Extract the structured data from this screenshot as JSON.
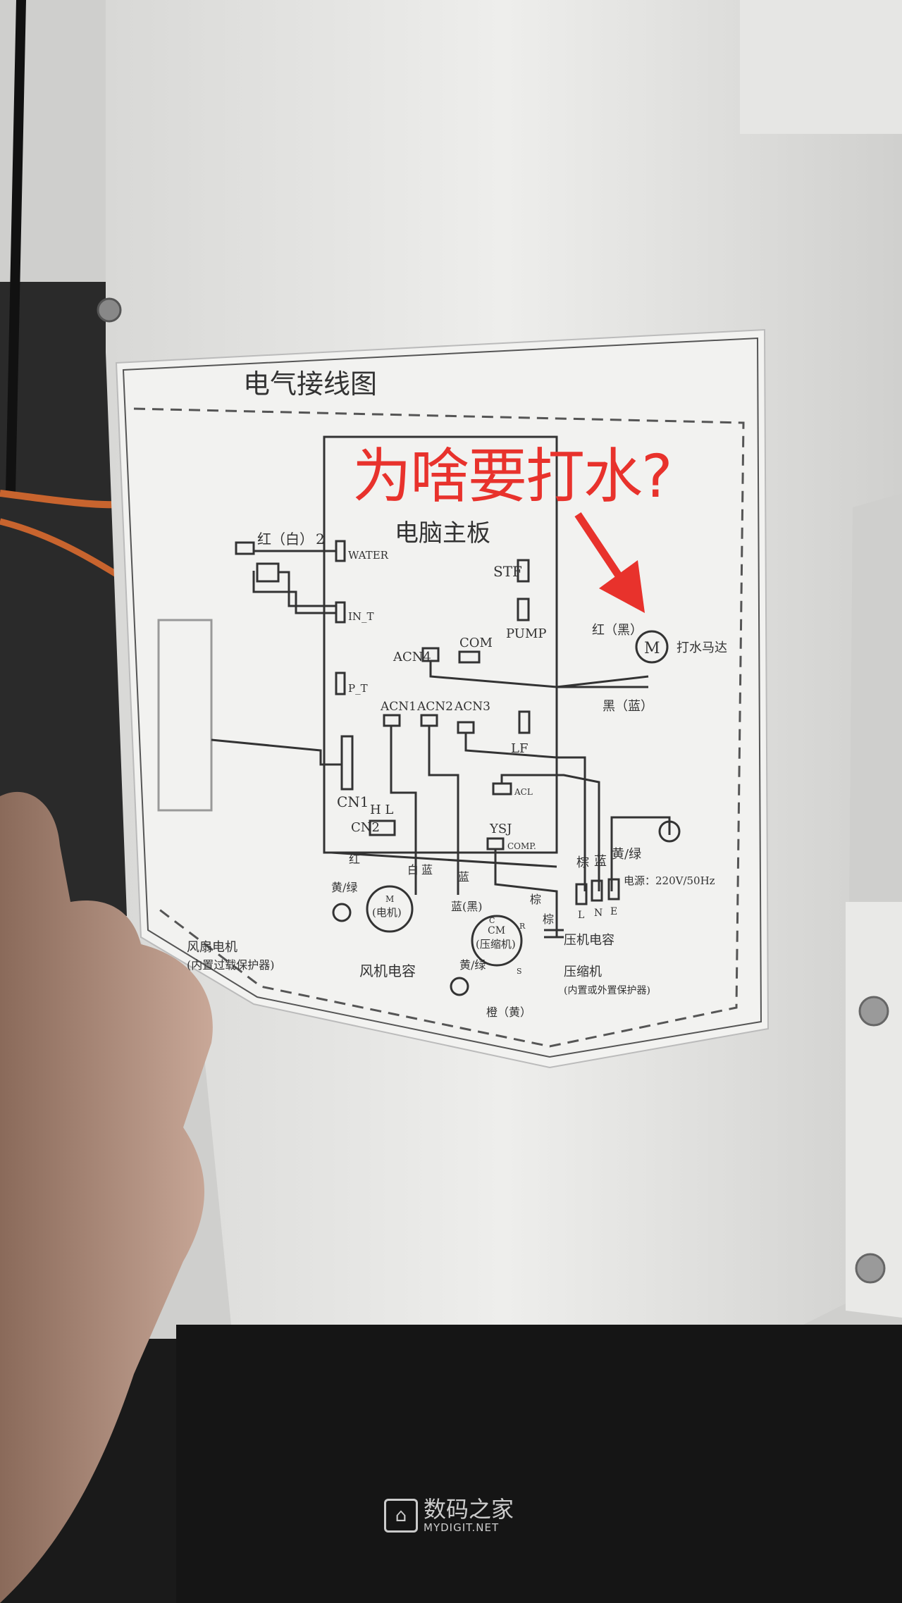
{
  "diagram": {
    "title": "电气接线图",
    "board_label": "电脑主板",
    "ports": {
      "water": "WATER",
      "in_t": "IN_T",
      "p_t": "P_T",
      "cn1": "CN1",
      "cn2": "CN2",
      "hl": "H L",
      "stf": "STF",
      "pump": "PUMP",
      "com": "COM",
      "acn4": "ACN4",
      "acn1": "ACN1",
      "acn2": "ACN2",
      "acn3": "ACN3",
      "lf": "LF",
      "acl": "ACL",
      "ysj": "YSJ",
      "comp": "COMP."
    },
    "wire_labels": {
      "red_white": "红（白）",
      "num2": "2",
      "red_black": "红（黑）",
      "black_blue": "黑（蓝）",
      "red": "红",
      "white": "白",
      "blue": "蓝",
      "blue2": "蓝",
      "blue_black": "蓝(黑)",
      "brown": "棕",
      "brown2": "棕",
      "brown3": "棕",
      "blue3": "蓝",
      "yellow_green": "黄/绿",
      "yellow_green2": "黄/绿",
      "yellow_green3": "黄/绿",
      "orange_yellow": "橙（黄）",
      "L": "L",
      "N": "N",
      "E": "E",
      "C": "C",
      "R": "R",
      "S": "S"
    },
    "components": {
      "pump_motor": "打水马达",
      "motor_symbol": "M",
      "power": "电源：220V/50Hz",
      "fan_motor": "风扇电机",
      "fan_motor_note": "(内置过载保护器)",
      "fan_motor_symbol": "M",
      "fan_motor_name": "(电机)",
      "fan_capacitor": "风机电容",
      "compressor_symbol": "CM",
      "compressor_name": "(压缩机)",
      "compressor_capacitor": "压机电容",
      "compressor": "压缩机",
      "compressor_note": "(内置或外置保护器)"
    }
  },
  "annotation": {
    "text": "为啥要打水?",
    "color": "#e8322c"
  },
  "watermark": {
    "logo_glyph": "⌂",
    "name": "数码之家",
    "url": "MYDIGIT.NET"
  }
}
